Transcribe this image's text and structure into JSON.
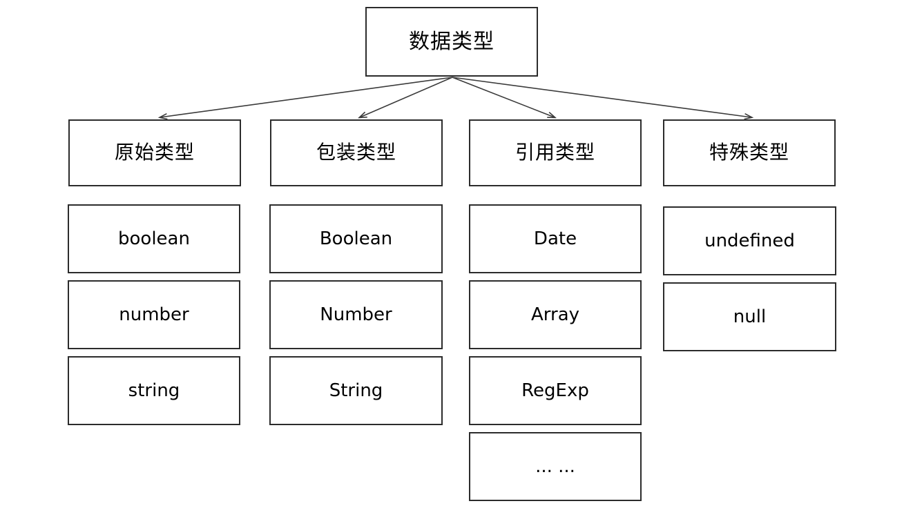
{
  "diagram": {
    "title": "数据类型",
    "root": {
      "label": "数据类型",
      "name": "root-node-data-types"
    },
    "categories": [
      {
        "label": "原始类型",
        "name": "category-primitive-types"
      },
      {
        "label": "包装类型",
        "name": "category-wrapper-types"
      },
      {
        "label": "引用类型",
        "name": "category-reference-types"
      },
      {
        "label": "特殊类型",
        "name": "category-special-types"
      }
    ],
    "columns": [
      {
        "category": "原始类型",
        "items": [
          "boolean",
          "number",
          "string"
        ]
      },
      {
        "category": "包装类型",
        "items": [
          "Boolean",
          "Number",
          "String"
        ]
      },
      {
        "category": "引用类型",
        "items": [
          "Date",
          "Array",
          "RegExp",
          "... ..."
        ]
      },
      {
        "category": "特殊类型",
        "items": [
          "undefined",
          "null"
        ]
      }
    ],
    "edges": [
      {
        "from": "数据类型",
        "to": "原始类型"
      },
      {
        "from": "数据类型",
        "to": "包装类型"
      },
      {
        "from": "数据类型",
        "to": "引用类型"
      },
      {
        "from": "数据类型",
        "to": "特殊类型"
      }
    ],
    "colors": {
      "background": "#ffffff",
      "box_border": "#2b2b2b",
      "text": "#000000",
      "edge_line": "#3a3a3a"
    }
  }
}
